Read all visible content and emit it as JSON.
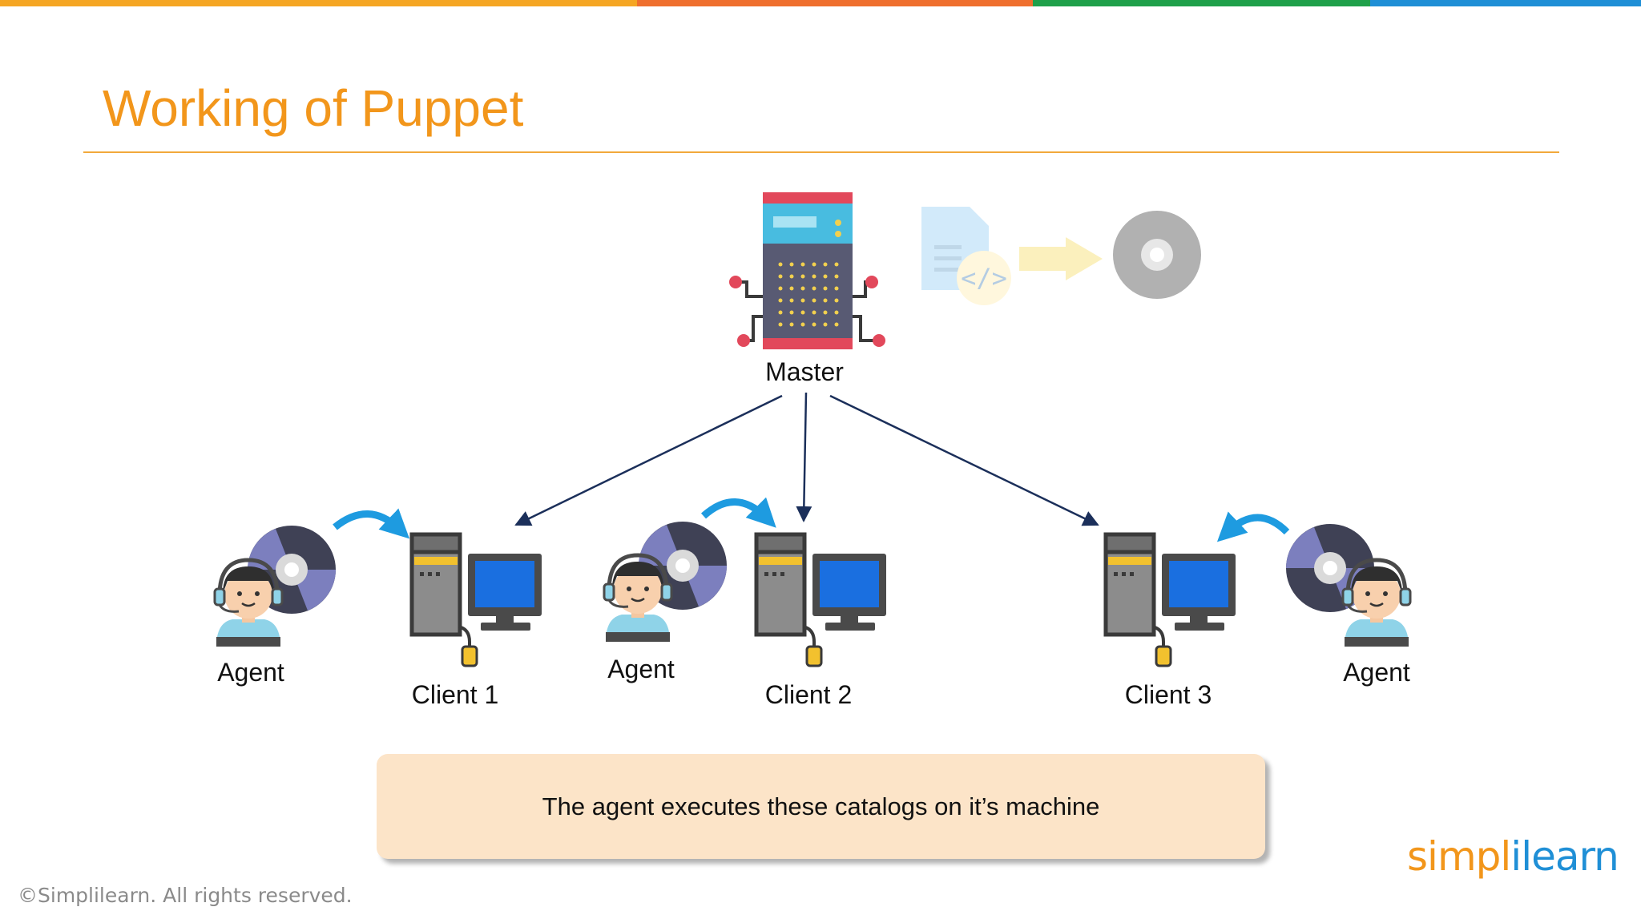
{
  "top_bar_colors": [
    "#F5A623",
    "#EF6F2E",
    "#1FA04A",
    "#1F8FD6"
  ],
  "slide": {
    "title": "Working of Puppet",
    "title_color": "#F2961B",
    "rule_color": "#F2A93B"
  },
  "diagram": {
    "master": {
      "label": "Master",
      "icon": "server-rack-icon"
    },
    "manifest": {
      "icons": [
        "code-file-icon",
        "arrow-right-icon",
        "catalog-disc-icon"
      ]
    },
    "clients": [
      {
        "label": "Client 1",
        "icon": "desktop-computer-icon"
      },
      {
        "label": "Client 2",
        "icon": "desktop-computer-icon"
      },
      {
        "label": "Client 3",
        "icon": "desktop-computer-icon"
      }
    ],
    "agents": [
      {
        "label": "Agent",
        "icon": "agent-headset-icon"
      },
      {
        "label": "Agent",
        "icon": "agent-headset-icon"
      },
      {
        "label": "Agent",
        "icon": "agent-headset-icon"
      }
    ],
    "arrow_color": "#1B2F5A",
    "curved_arrow_color": "#1E9BE0"
  },
  "callout": {
    "text": "The agent executes these catalogs on it’s machine",
    "background": "#FCE4C8"
  },
  "footer": {
    "copyright": "©Simplilearn. All rights reserved.",
    "logo_part1": "simpl",
    "logo_part2": "i",
    "logo_part3": "learn"
  }
}
